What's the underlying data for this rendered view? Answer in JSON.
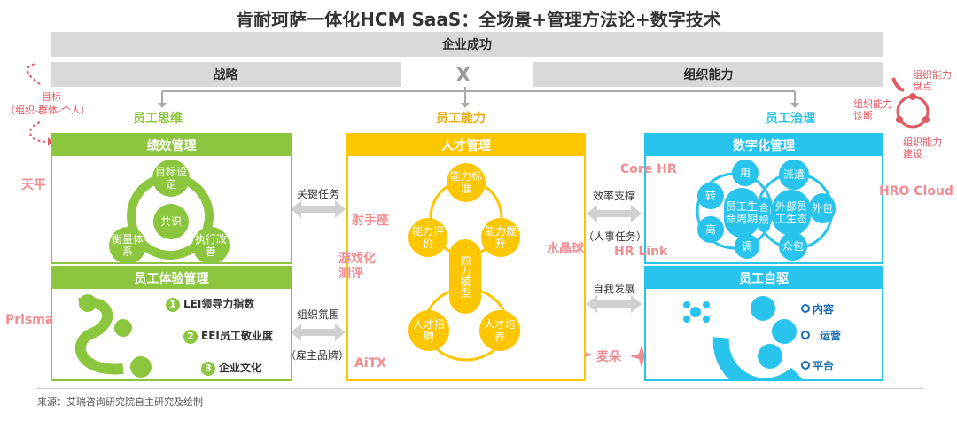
{
  "title": "肯耐珂萨一体化HCM SaaS：全场景+管理方法论+数字技术",
  "top_bar": "企业成功",
  "strategy": "战略",
  "x_sign": "X",
  "org_capability": "组织能力",
  "left_goal": "目标",
  "left_goal_sub": "（组织-群体-个人）",
  "right_cycle": {
    "inventory": "组织能力盘点",
    "diagnosis": "组织能力诊断",
    "building": "组织能力建设"
  },
  "pillars": {
    "thinking": {
      "label": "员工思维",
      "color": "#8cc63f"
    },
    "capability": {
      "label": "员工能力",
      "color": "#fcc600"
    },
    "governance": {
      "label": "员工治理",
      "color": "#29c4ee"
    }
  },
  "perf": {
    "head": "绩效管理",
    "goal": "目标设定",
    "consensus": "共识",
    "measure": "衡量体系",
    "execute": "执行改善"
  },
  "experience": {
    "head": "员工体验管理",
    "items": [
      "LEI领导力指数",
      "EEI员工敬业度",
      "企业文化"
    ],
    "nums": [
      "1",
      "2",
      "3"
    ]
  },
  "talent": {
    "head": "人才管理",
    "center": "四力模型",
    "standard": "能力标准",
    "assess": "能力评价",
    "upgrade": "能力提升",
    "recruit": "人才招聘",
    "train": "人才培养"
  },
  "digital": {
    "head": "数字化管理",
    "use": "用",
    "dispatch": "派遣",
    "transfer": "转",
    "lifecycle": "员工生命周期",
    "compliance": "合规",
    "external": "外部员工生态",
    "outsource": "外包",
    "leave": "离",
    "adjust": "调",
    "crowd": "众包"
  },
  "self_drive": {
    "head": "员工自驱",
    "content": "内容",
    "ops": "运营",
    "platform": "平台"
  },
  "arrows": {
    "key_task": "关键任务",
    "org_atmos": "组织氛围",
    "employer_brand": "（雇主品牌）",
    "efficiency": "效率支撑",
    "hr_task": "（人事任务）",
    "self_dev": "自我发展"
  },
  "products": {
    "tianping": "天平",
    "prisma": "Prisma",
    "shoushouzuo": "射手座",
    "youxihua": "游戏化测评",
    "aitx": "AiTX",
    "shuijingqiu": "水晶球",
    "maiduo": "麦朵",
    "corehr": "Core HR",
    "hrlink": "HR Link",
    "hrocloud": "HRO Cloud"
  },
  "footer": "来源：艾瑞咨询研究院自主研究及绘制",
  "colors": {
    "green": "#8cc63f",
    "yellow": "#fcc600",
    "blue": "#29c4ee",
    "pink": "#f08d93",
    "gray": "#d9d9d9"
  }
}
